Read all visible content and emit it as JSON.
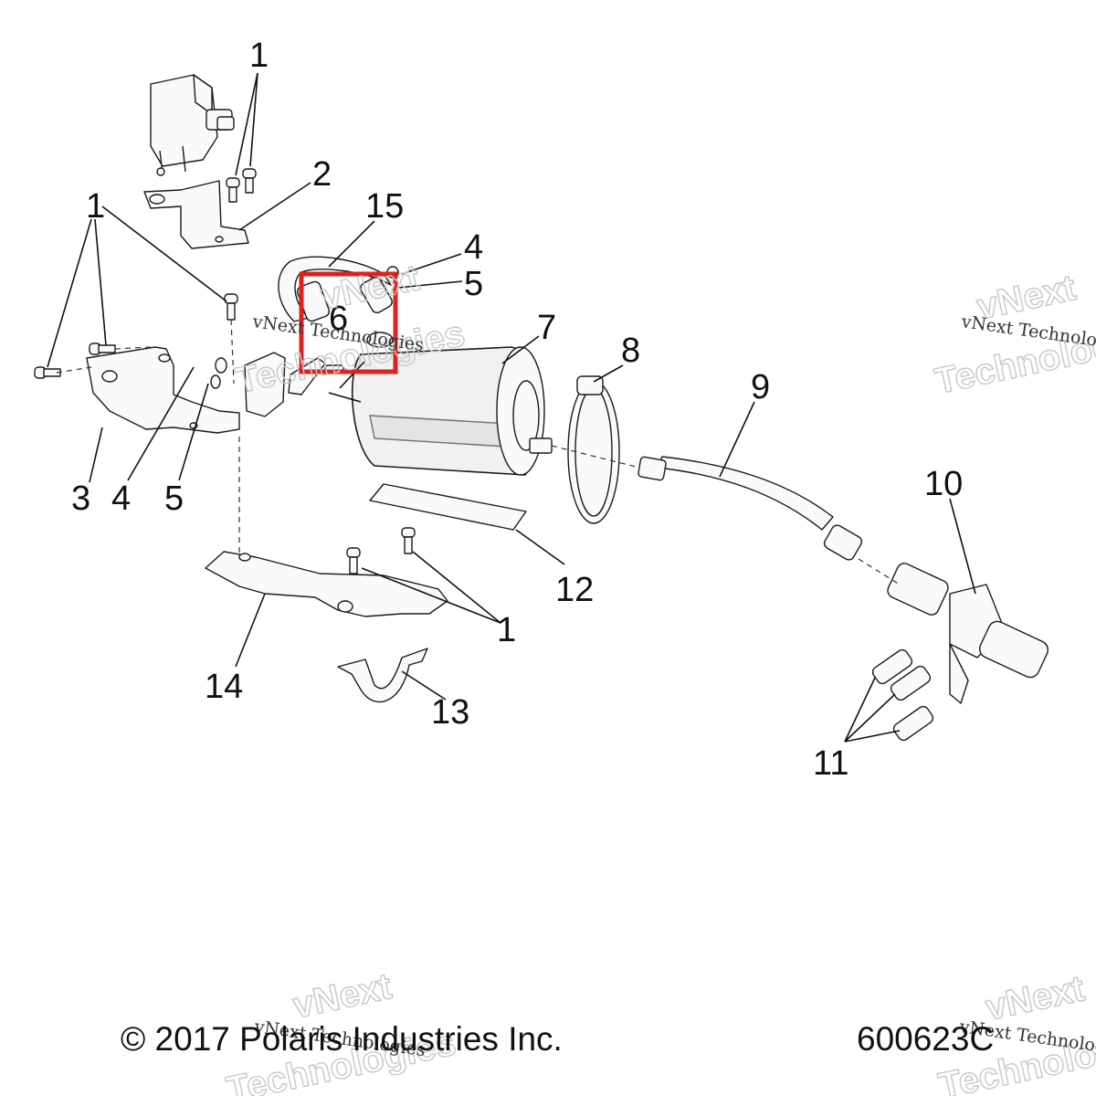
{
  "callouts": {
    "c1_top": "1",
    "c2": "2",
    "c15": "15",
    "c1_left": "1",
    "c4_top": "4",
    "c5_top": "5",
    "c6": "6",
    "c7": "7",
    "c8": "8",
    "c9": "9",
    "c10": "10",
    "c3": "3",
    "c4_bottom": "4",
    "c5_bottom": "5",
    "c12": "12",
    "c1_bottom": "1",
    "c14": "14",
    "c13": "13",
    "c11": "11"
  },
  "footer": {
    "copyright": "© 2017 Polaris Industries Inc.",
    "drawing_number": "600623C"
  },
  "watermark": {
    "small_text": "vNext Technologies",
    "big_line1": "vNext",
    "big_line2": "Technologies"
  },
  "colors": {
    "highlight_box": "#e02020"
  }
}
